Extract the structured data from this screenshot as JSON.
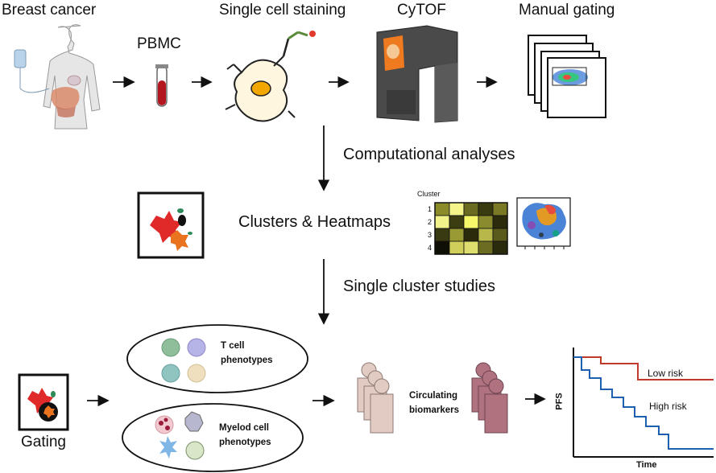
{
  "steps": {
    "breast_cancer": "Breast cancer",
    "pbmc": "PBMC",
    "staining": "Single cell staining",
    "cytof": "CyTOF",
    "gating_manual": "Manual gating"
  },
  "analyses": {
    "computational": "Computational analyses",
    "clusters": "Clusters & Heatmaps",
    "single_cluster": "Single cluster studies"
  },
  "heatmap": {
    "title": "Cluster",
    "rows": [
      "1",
      "2",
      "3",
      "4"
    ]
  },
  "bottom": {
    "gating": "Gating",
    "tcell_line1": "T cell",
    "tcell_line2": "phenotypes",
    "myeloid_line1": "Myelod cell",
    "myeloid_line2": "phenotypes",
    "circ_line1": "Circulating",
    "circ_line2": "biomarkers"
  },
  "km": {
    "ylabel": "PFS",
    "xlabel": "Time",
    "low_risk": "Low risk",
    "high_risk": "High risk",
    "colors": {
      "low": "#c0392b",
      "high": "#1f5fb0"
    }
  }
}
